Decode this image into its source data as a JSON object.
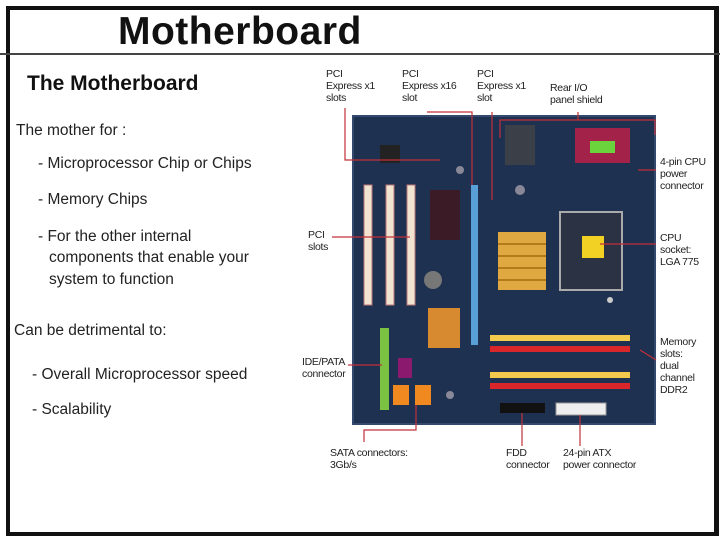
{
  "slide": {
    "title": "Motherboard",
    "subtitle": "The Motherboard",
    "intro": "The mother for :",
    "for_items": [
      "- Microprocessor Chip or Chips",
      "- Memory Chips",
      "- For the other internal",
      "components that enable your",
      "system to function"
    ],
    "detrimental_heading": "Can be detrimental to:",
    "detrimental_items": [
      "- Overall Microprocessor speed",
      "- Scalability"
    ]
  },
  "diagram_labels": {
    "pcie_x1_slots": [
      "PCI",
      "Express x1",
      "slots"
    ],
    "pcie_x16_slot": [
      "PCI",
      "Express x16",
      "slot"
    ],
    "pcie_x1_slot": [
      "PCI",
      "Express x1",
      "slot"
    ],
    "rear_io": [
      "Rear I/O",
      "panel shield"
    ],
    "cpu_power": [
      "4-pin CPU",
      "power",
      "connector"
    ],
    "pci_slots": [
      "PCI",
      "slots"
    ],
    "cpu_socket": [
      "CPU",
      "socket:",
      "LGA 775"
    ],
    "memory_slots": [
      "Memory",
      "slots:",
      "dual",
      "channel",
      "DDR2"
    ],
    "ide": [
      "IDE/PATA",
      "connector"
    ],
    "sata": [
      "SATA connectors:",
      "3Gb/s"
    ],
    "fdd": [
      "FDD",
      "connector"
    ],
    "atx": [
      "24-pin ATX",
      "power connector"
    ]
  },
  "colors": {
    "board": "#1f3150",
    "leader": "#c0303a",
    "ram_yellow": "#f2c94c",
    "ram_red": "#d8262a"
  }
}
